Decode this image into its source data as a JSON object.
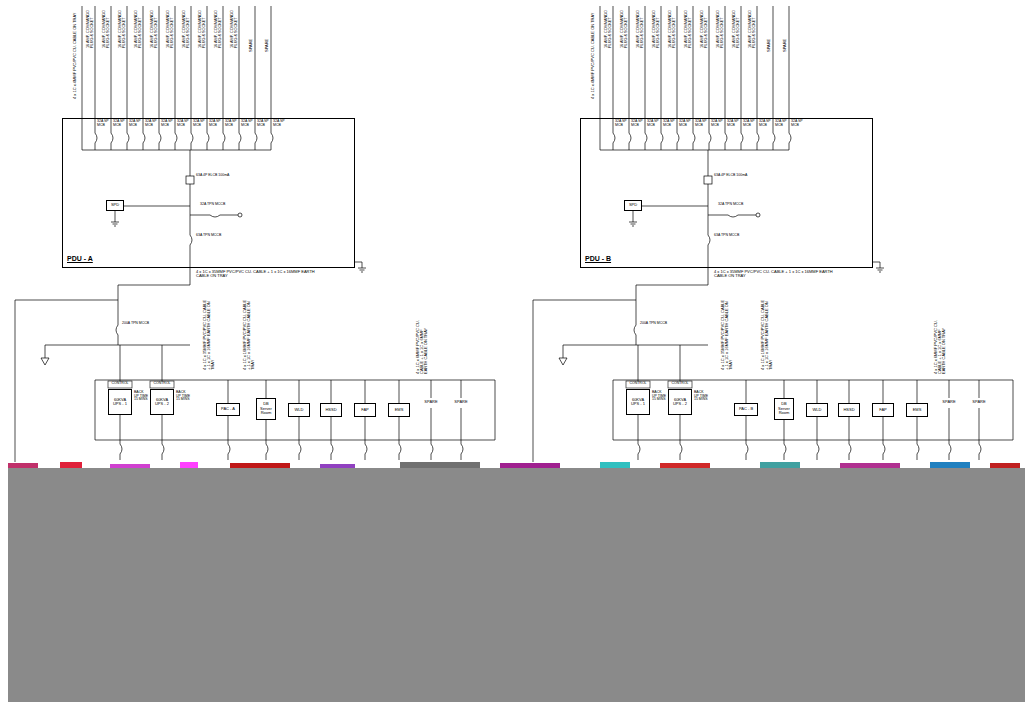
{
  "diagram": {
    "nodes": [
      {
        "text": [
          "PDU - A"
        ]
      },
      {
        "text": [
          "SPD"
        ],
        "in": 0
      },
      {
        "text": [
          "60KVA UPS - 1"
        ]
      },
      {
        "text": [
          "60KVA UPS - 2"
        ]
      },
      {
        "text": [
          "PAC - A"
        ]
      },
      {
        "text": [
          "DB Server Room"
        ]
      },
      {
        "text": [
          "WLD"
        ]
      },
      {
        "text": [
          "HSSD"
        ]
      },
      {
        "text": [
          "FAP"
        ]
      },
      {
        "text": [
          "EMS"
        ]
      },
      {
        "text": [
          "PDU - B"
        ]
      },
      {
        "text": [
          "SPD"
        ],
        "in": 10
      },
      {
        "text": [
          "60KVA UPS - 1"
        ]
      },
      {
        "text": [
          "60KVA UPS - 2"
        ]
      },
      {
        "text": [
          "PAC - B"
        ]
      },
      {
        "text": [
          "DB Server Room"
        ]
      },
      {
        "text": [
          "WLD"
        ]
      },
      {
        "text": [
          "HSSD"
        ]
      },
      {
        "text": [
          "FAP"
        ]
      },
      {
        "text": [
          "EMS"
        ]
      }
    ],
    "labels": [
      "4 x 1C x 4MMF PVC/PVC CU. CABLE ON TRAY",
      "16 AMP. COMMANDO PLUG & SOCKET",
      "16 AMP. COMMANDO PLUG & SOCKET",
      "16 AMP. COMMANDO PLUG & SOCKET",
      "16 AMP. COMMANDO PLUG & SOCKET",
      "16 AMP. COMMANDO PLUG & SOCKET",
      "16 AMP. COMMANDO PLUG & SOCKET",
      "16 AMP. COMMANDO PLUG & SOCKET",
      "16 AMP. COMMANDO PLUG & SOCKET",
      "16 AMP. COMMANDO PLUG & SOCKET",
      "16 AMP. COMMANDO PLUG & SOCKET",
      "SPARE",
      "SPARE",
      "32A SP MCB",
      "32A SP MCB",
      "32A SP MCB",
      "32A SP MCB",
      "32A SP MCB",
      "32A SP MCB",
      "32A SP MCB",
      "32A SP MCB",
      "32A SP MCB",
      "32A SP MCB",
      "32A SP MCB",
      "32A SP MCB",
      "63A 4P ELCB 100mA",
      "32A TPN MCCB",
      "63A TPN MCCB",
      "4 x 1C x 35MMF PVC/PVC CU. CABLE + 1 x 1C x 16MMF EARTH CABLE ON TRAY",
      "200A TPN MCCB",
      "CONTROL",
      "BACK UP TIME 15 MINS",
      "CONTROL",
      "BACK UP TIME 15 MINS",
      "4 x 1C x 35MMF PVC/PVC CU. CABLE + 1 x 1C x 16MMF EARTH CABLE ON TRAY",
      "4 x 1C x 16MMF PVC/PVC CU. CABLE + 1 x 1C x 16MMF EARTH CABLE ON TRAY",
      "4 x 1C x 6MMF PVC/PVC CU. CABLE + 1 x 1C x 6MMF EARTH CABLE ON TRAY",
      "SPARE",
      "SPARE",
      "4 x 1C x 4MMF PVC/PVC CU. CABLE ON TRAY",
      "16 AMP. COMMANDO PLUG & SOCKET",
      "16 AMP. COMMANDO PLUG & SOCKET",
      "16 AMP. COMMANDO PLUG & SOCKET",
      "16 AMP. COMMANDO PLUG & SOCKET",
      "16 AMP. COMMANDO PLUG & SOCKET",
      "16 AMP. COMMANDO PLUG & SOCKET",
      "16 AMP. COMMANDO PLUG & SOCKET",
      "16 AMP. COMMANDO PLUG & SOCKET",
      "16 AMP. COMMANDO PLUG & SOCKET",
      "16 AMP. COMMANDO PLUG & SOCKET",
      "SPARE",
      "SPARE",
      "32A SP MCB",
      "32A SP MCB",
      "32A SP MCB",
      "32A SP MCB",
      "32A SP MCB",
      "32A SP MCB",
      "32A SP MCB",
      "32A SP MCB",
      "32A SP MCB",
      "32A SP MCB",
      "32A SP MCB",
      "32A SP MCB",
      "63A 4P ELCB 100mA",
      "32A TPN MCCB",
      "63A TPN MCCB",
      "4 x 1C x 35MMF PVC/PVC CU. CABLE + 1 x 1C x 16MMF EARTH CABLE ON TRAY",
      "200A TPN MCCB",
      "CONTROL",
      "BACK UP TIME 15 MINS",
      "CONTROL",
      "BACK UP TIME 15 MINS",
      "4 x 1C x 35MMF PVC/PVC CU. CABLE + 1 x 1C x 16MMF EARTH CABLE ON TRAY",
      "4 x 1C x 16MMF PVC/PVC CU. CABLE + 1 x 1C x 16MMF EARTH CABLE ON TRAY",
      "4 x 1C x 6MMF PVC/PVC CU. CABLE + 1 x 1C x 6MMF EARTH CABLE ON TRAY",
      "SPARE",
      "SPARE"
    ]
  }
}
